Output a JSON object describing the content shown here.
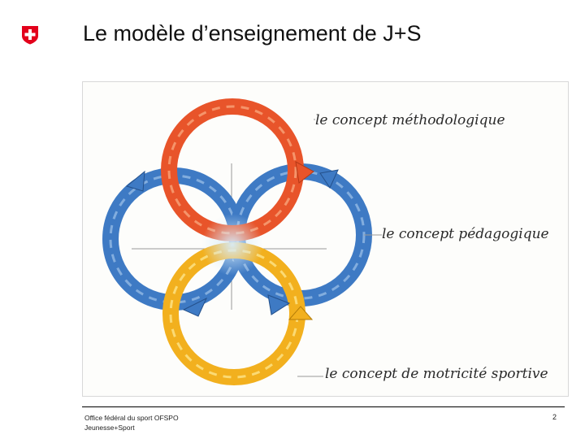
{
  "title": "Le modèle d’enseignement de J+S",
  "logo": {
    "icon": "swiss-cross-icon",
    "color": "#e3001b"
  },
  "diagram": {
    "labels": {
      "methodological": "le concept méthodologique",
      "pedagogical": "le concept pédagogique",
      "motor": "le concept de motricité sportive"
    },
    "colors": {
      "top_ring": "#e8542a",
      "side_rings": "#3e7ac4",
      "bottom_ring": "#f2b01e",
      "frame": "#d8d8d8"
    }
  },
  "footer": {
    "org_line1": "Office fédéral du sport OFSPO",
    "org_line2": "Jeunesse+Sport",
    "page_number": "2"
  }
}
